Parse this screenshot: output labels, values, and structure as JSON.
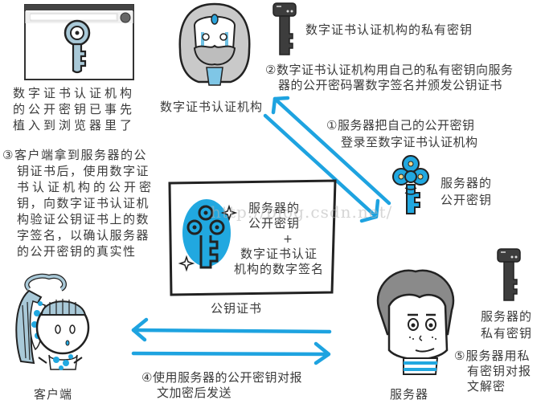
{
  "colors": {
    "arrow": "#1ea3e0",
    "key_blue": "#21a8e0",
    "key_light_blue": "#a9c9d8",
    "dark_key": "#3d3d3d",
    "outline": "#222222",
    "text": "#3a3a3a"
  },
  "browser": {
    "icon": "key-icon",
    "caption_lines": [
      "数字证书认证机构",
      "的公开密钥已事先",
      "植入到浏览器里了"
    ]
  },
  "ca": {
    "label": "数字证书认证机构",
    "icon": "bearded-sage-avatar"
  },
  "ca_private_key": {
    "icon": "dark-key-icon",
    "label": "数字证书认证机构的私有密钥"
  },
  "steps": {
    "step1": [
      "①服务器把自己的公开密钥",
      "登录至数字证书认证机构"
    ],
    "step2": [
      "②数字证书认证机构用自己的私有密钥向服务",
      "器的公开密码署数字签名并颁发公钥证书"
    ],
    "step3": [
      "③客户端拿到服务器的公",
      "钥证书后，使用数字证",
      "书认证机构的公开密",
      "钥，向数字证书认证机",
      "构验证公钥证书上的数",
      "字签名，以确认服务器",
      "的公开密钥的真实性"
    ],
    "step4": [
      "④使用服务器的公开密钥对报",
      "文加密后发送"
    ],
    "step5": [
      "⑤服务器用私",
      "有密钥对报",
      "文解密"
    ]
  },
  "server_public_key": {
    "icon": "blue-key-icon",
    "label_lines": [
      "服务器的",
      "公开密钥"
    ]
  },
  "certificate": {
    "line1": "服务器的",
    "line2": "公开密钥",
    "plus": "+",
    "line3": "数字证书认证",
    "line4": "机构的数字签名",
    "caption": "公钥证书"
  },
  "client": {
    "label": "客户端",
    "icon": "girl-avatar"
  },
  "server": {
    "label": "服务器",
    "icon": "boy-avatar"
  },
  "server_private_key": {
    "icon": "dark-key-icon",
    "label_lines": [
      "服务器的",
      "私有密钥"
    ]
  },
  "watermark": "http://blog.csdn.net/"
}
